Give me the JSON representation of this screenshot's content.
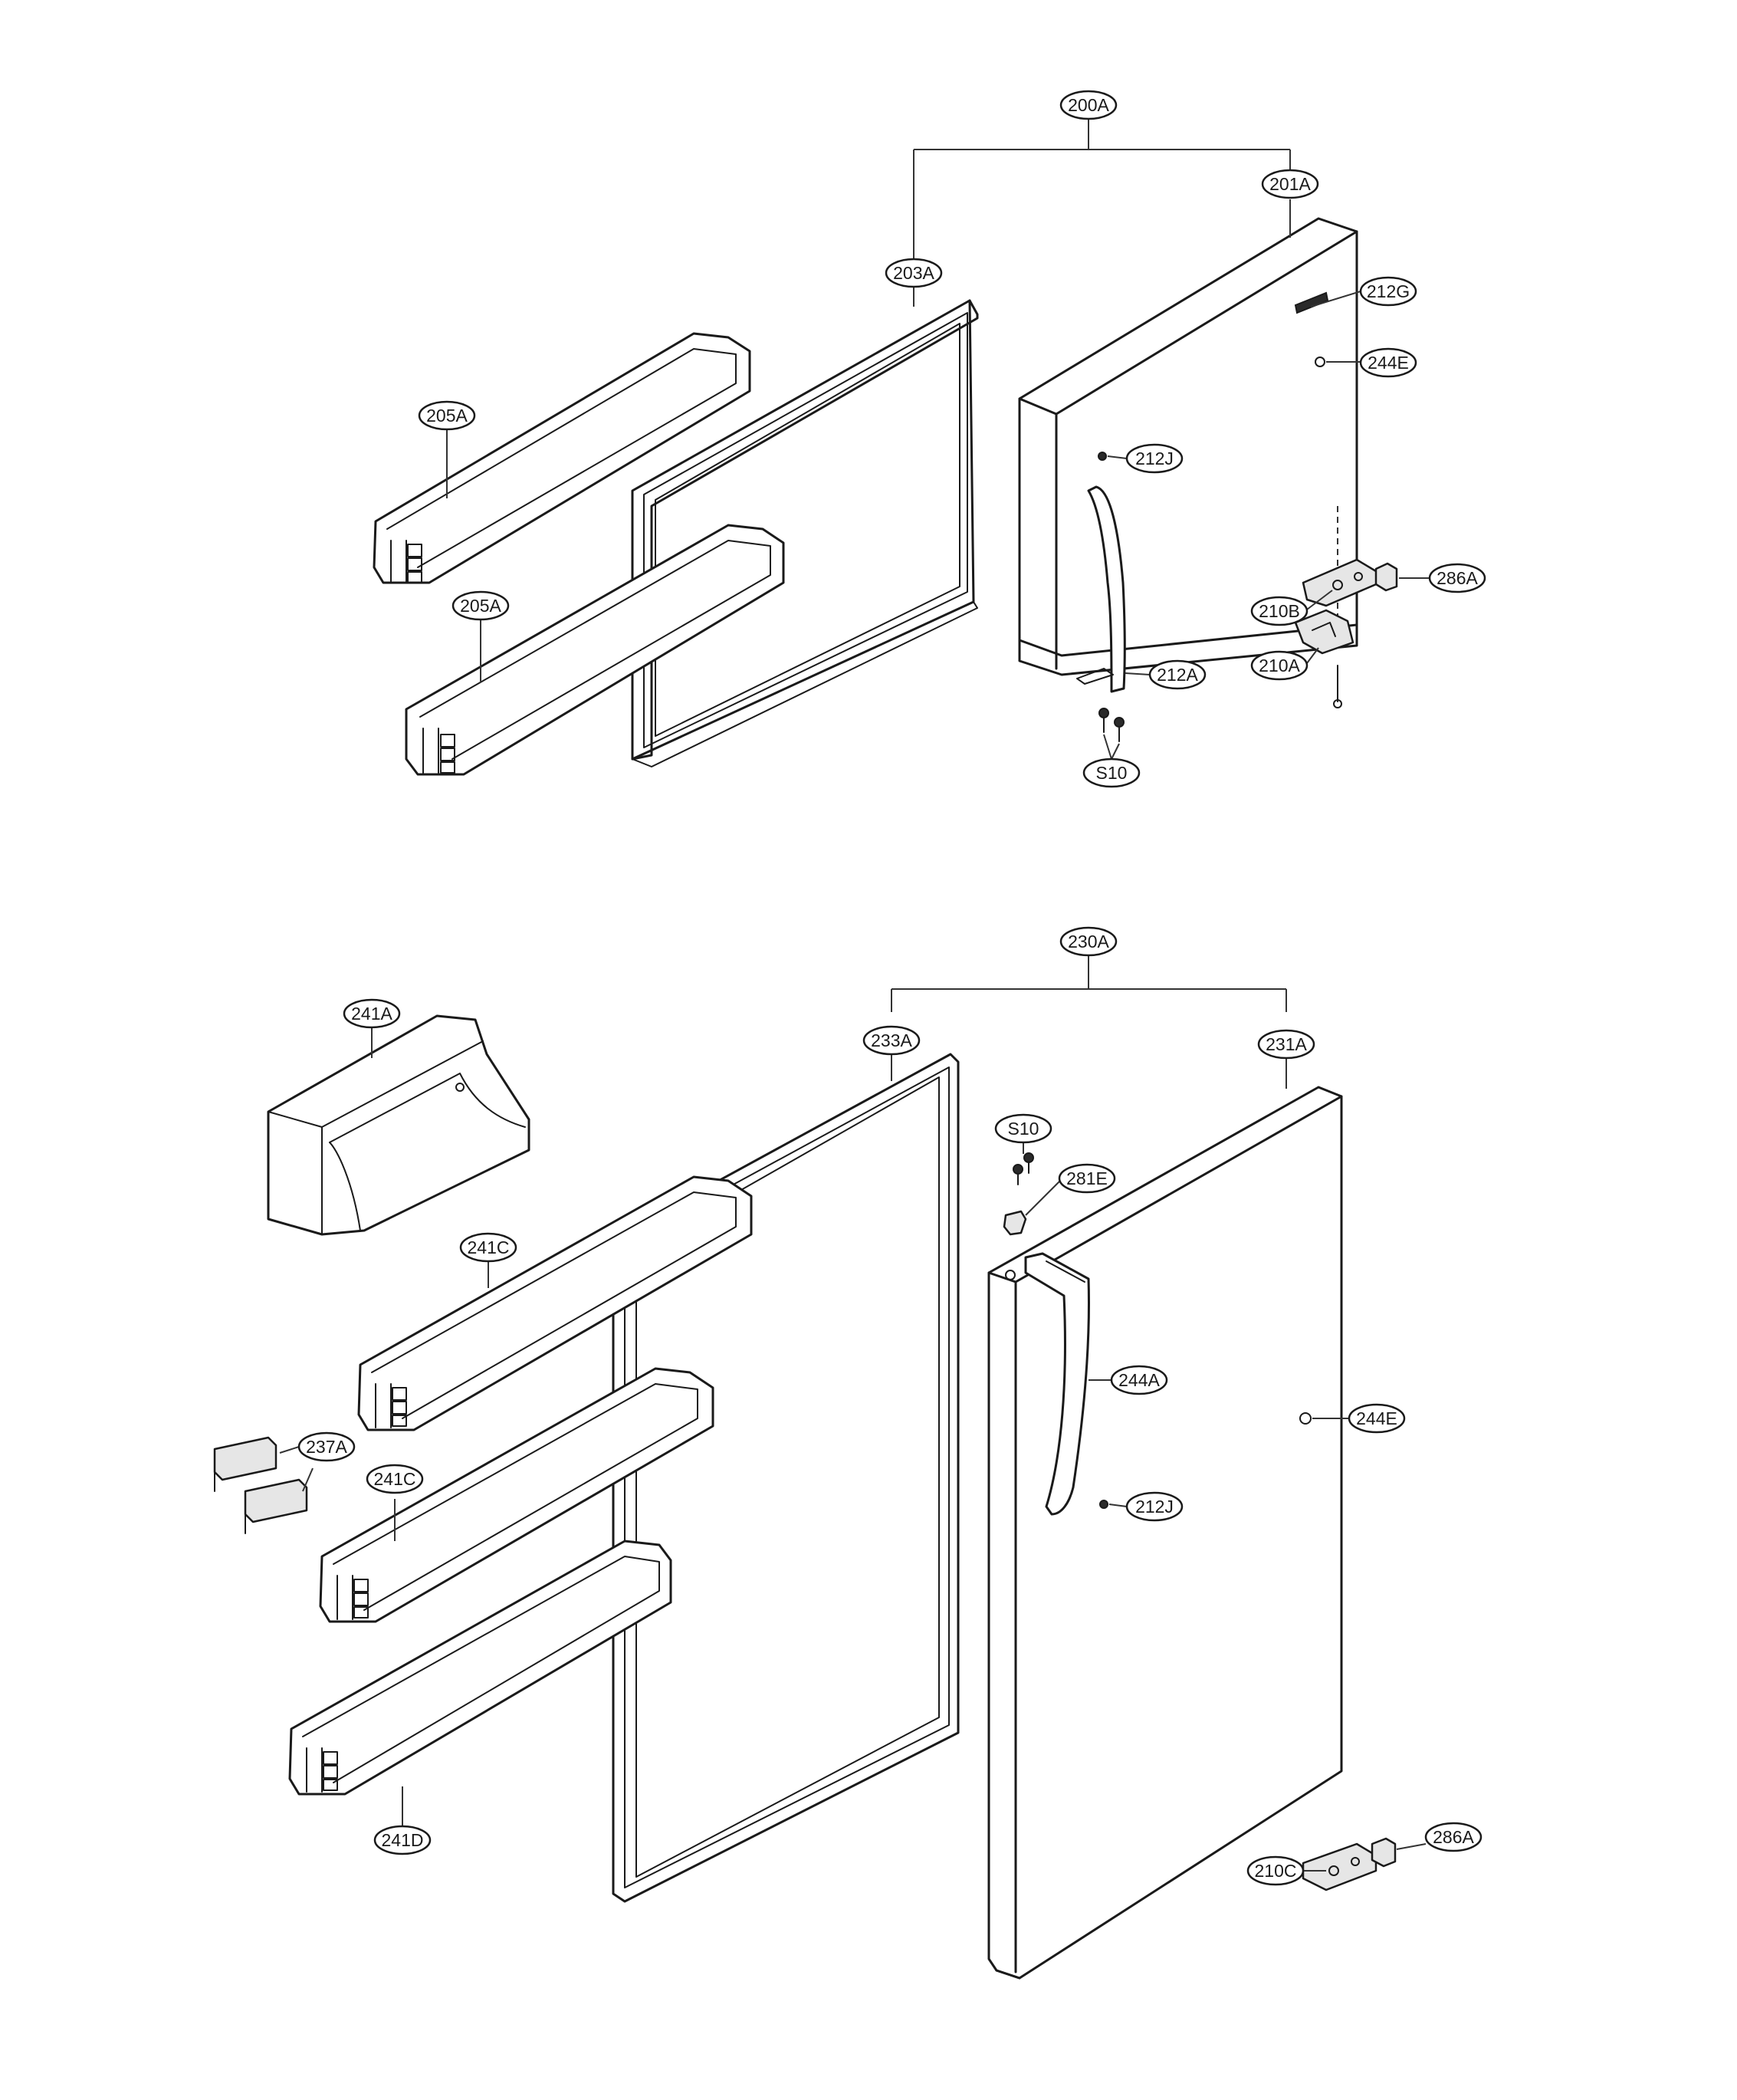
{
  "callouts": {
    "c200A": "200A",
    "c201A": "201A",
    "c203A": "203A",
    "c212G": "212G",
    "c244E_top": "244E",
    "c205A_1": "205A",
    "c205A_2": "205A",
    "c212J_top": "212J",
    "c286A_top": "286A",
    "c210B": "210B",
    "c210A": "210A",
    "c212A": "212A",
    "c S10_top": "S10",
    "cS10_top": "S10",
    "c230A": "230A",
    "c241A": "241A",
    "c233A": "233A",
    "c231A": "231A",
    "cS10_bot": "S10",
    "c281E": "281E",
    "c241C_1": "241C",
    "c244A": "244A",
    "c244E_bot": "244E",
    "c237A": "237A",
    "c241C_2": "241C",
    "c212J_bot": "212J",
    "c241D": "241D",
    "c286A_bot": "286A",
    "c210C": "210C"
  }
}
